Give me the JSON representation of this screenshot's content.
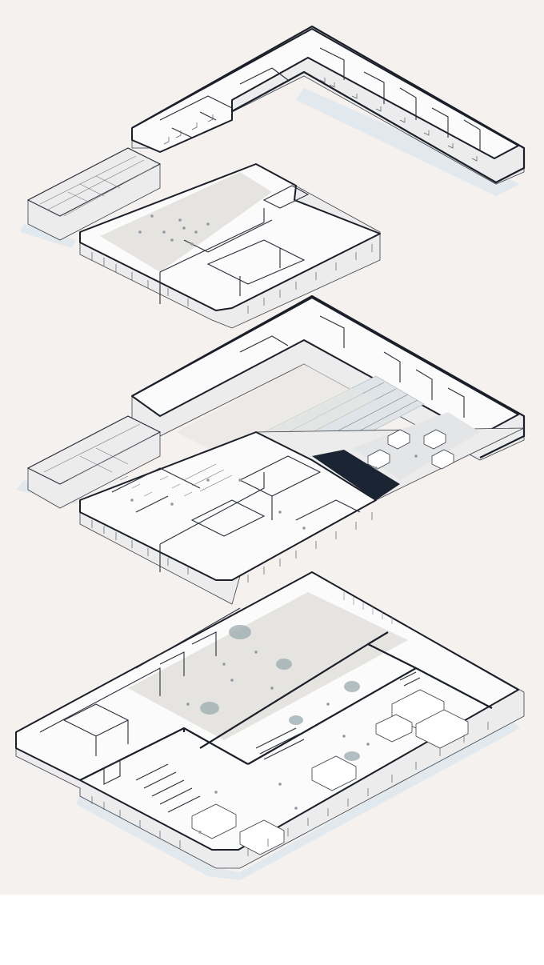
{
  "image": {
    "background_color": "#f4f1ee",
    "lower_strip_color": "#ffffff",
    "accent_color": "#1b2433",
    "floors": [
      {
        "level": "upper",
        "shape": "L-shaped wing with rectangular hall"
      },
      {
        "level": "middle",
        "shape": "courtyard block with atrium roof"
      },
      {
        "level": "ground",
        "shape": "full footprint with internal courtyard"
      }
    ]
  }
}
